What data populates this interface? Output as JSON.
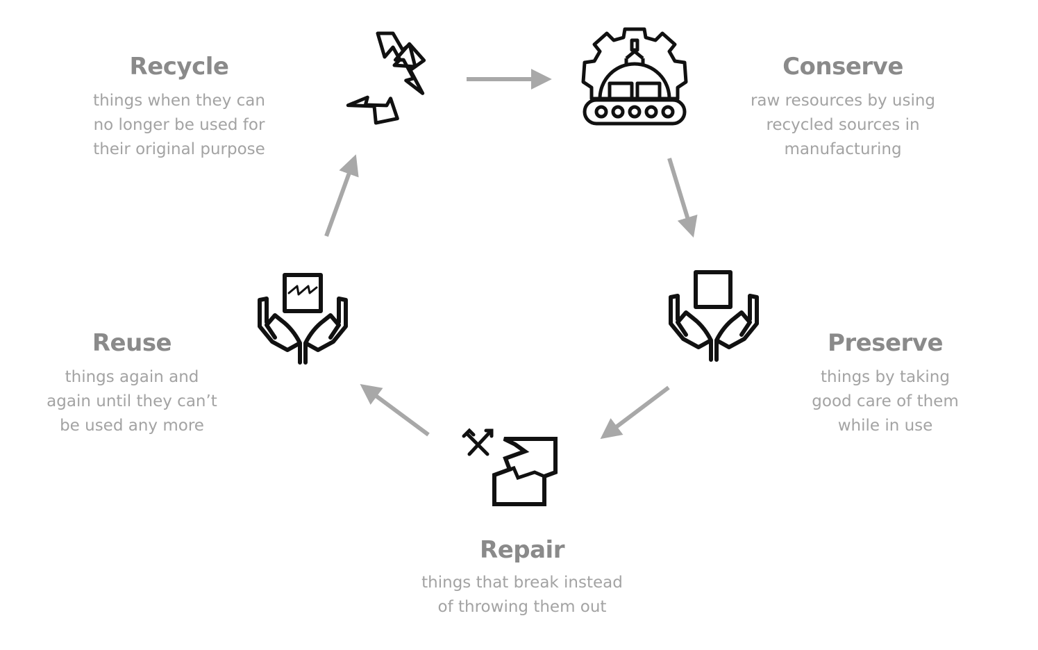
{
  "colors": {
    "title": "#8a8a8a",
    "description": "#a3a3a3",
    "arrow": "#a8a8a8",
    "icon": "#111111"
  },
  "stages": {
    "recycle": {
      "title": "Recycle",
      "icon": "recycle-icon",
      "lines": [
        "things when they can",
        "no longer be used for",
        "their original purpose"
      ]
    },
    "conserve": {
      "title": "Conserve",
      "icon": "factory-gear-icon",
      "lines": [
        "raw resources by using",
        "recycled sources in",
        "manufacturing"
      ]
    },
    "preserve": {
      "title": "Preserve",
      "icon": "hands-box-icon",
      "lines": [
        "things by taking",
        "good care of them",
        "while in use"
      ]
    },
    "repair": {
      "title": "Repair",
      "icon": "tools-broken-box-icon",
      "lines": [
        "things that break instead",
        "of throwing them out"
      ]
    },
    "reuse": {
      "title": "Reuse",
      "icon": "hands-damaged-box-icon",
      "lines": [
        "things again and",
        "again until they can’t",
        "be used any more"
      ]
    }
  },
  "cycle_order": [
    "recycle",
    "conserve",
    "preserve",
    "repair",
    "reuse"
  ]
}
